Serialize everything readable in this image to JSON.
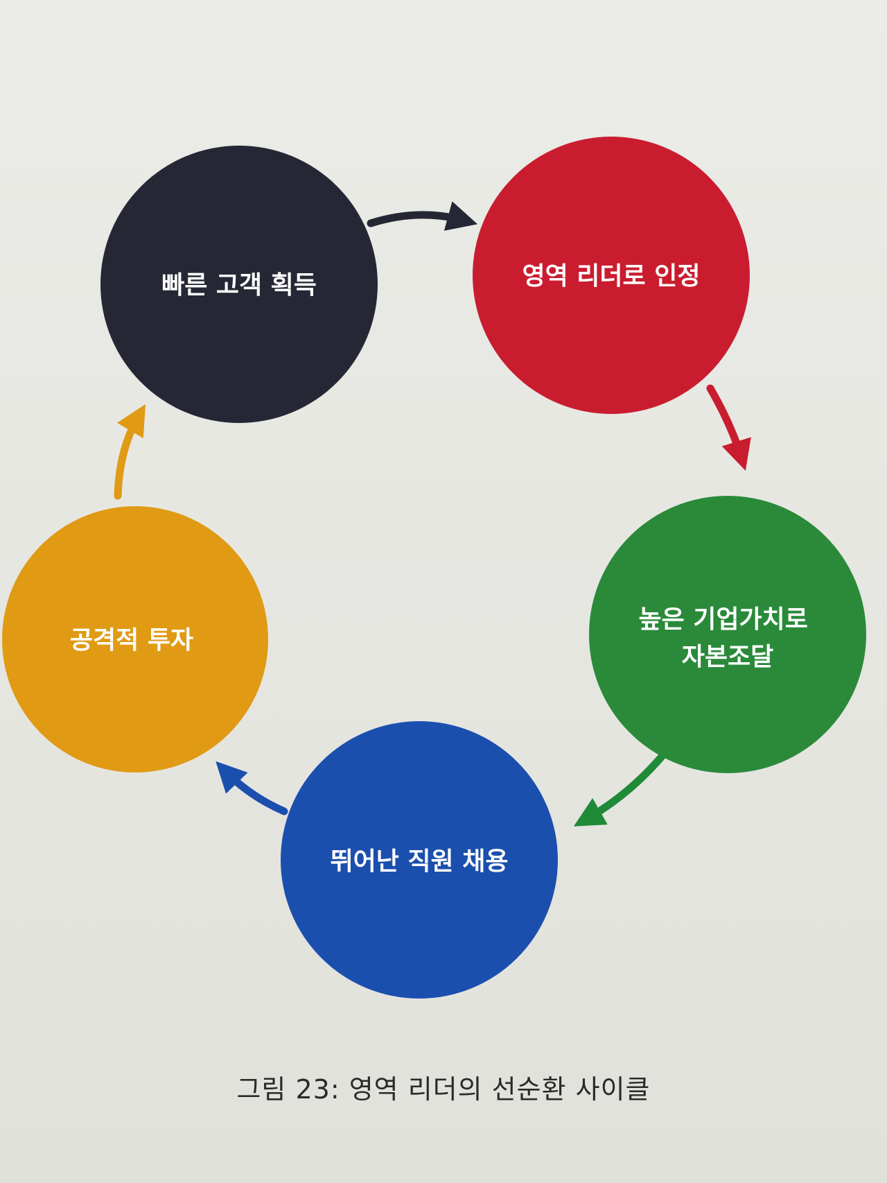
{
  "diagram": {
    "nodes": [
      {
        "id": "rapid-customer-acquisition",
        "lines": [
          "빠른 고객 획득"
        ],
        "color": "#252734"
      },
      {
        "id": "recognized-category-leader",
        "lines": [
          "영역 리더로 인정"
        ],
        "color": "#c91d2f"
      },
      {
        "id": "raise-at-high-valuation",
        "lines": [
          "높은 기업가치로",
          "자본조달"
        ],
        "color": "#2a8a3a"
      },
      {
        "id": "hire-top-talent",
        "lines": [
          "뛰어난 직원 채용"
        ],
        "color": "#1b4fae"
      },
      {
        "id": "aggressive-investment",
        "lines": [
          "공격적 투자"
        ],
        "color": "#e09a14"
      }
    ],
    "arrows": [
      {
        "from": "rapid-customer-acquisition",
        "to": "recognized-category-leader",
        "color": "#252734"
      },
      {
        "from": "recognized-category-leader",
        "to": "raise-at-high-valuation",
        "color": "#c91d2f"
      },
      {
        "from": "raise-at-high-valuation",
        "to": "hire-top-talent",
        "color": "#1f8a38"
      },
      {
        "from": "hire-top-talent",
        "to": "aggressive-investment",
        "color": "#1b4fae"
      },
      {
        "from": "aggressive-investment",
        "to": "rapid-customer-acquisition",
        "color": "#e09a14"
      }
    ]
  },
  "caption": "그림 23: 영역 리더의 선순환 사이클"
}
